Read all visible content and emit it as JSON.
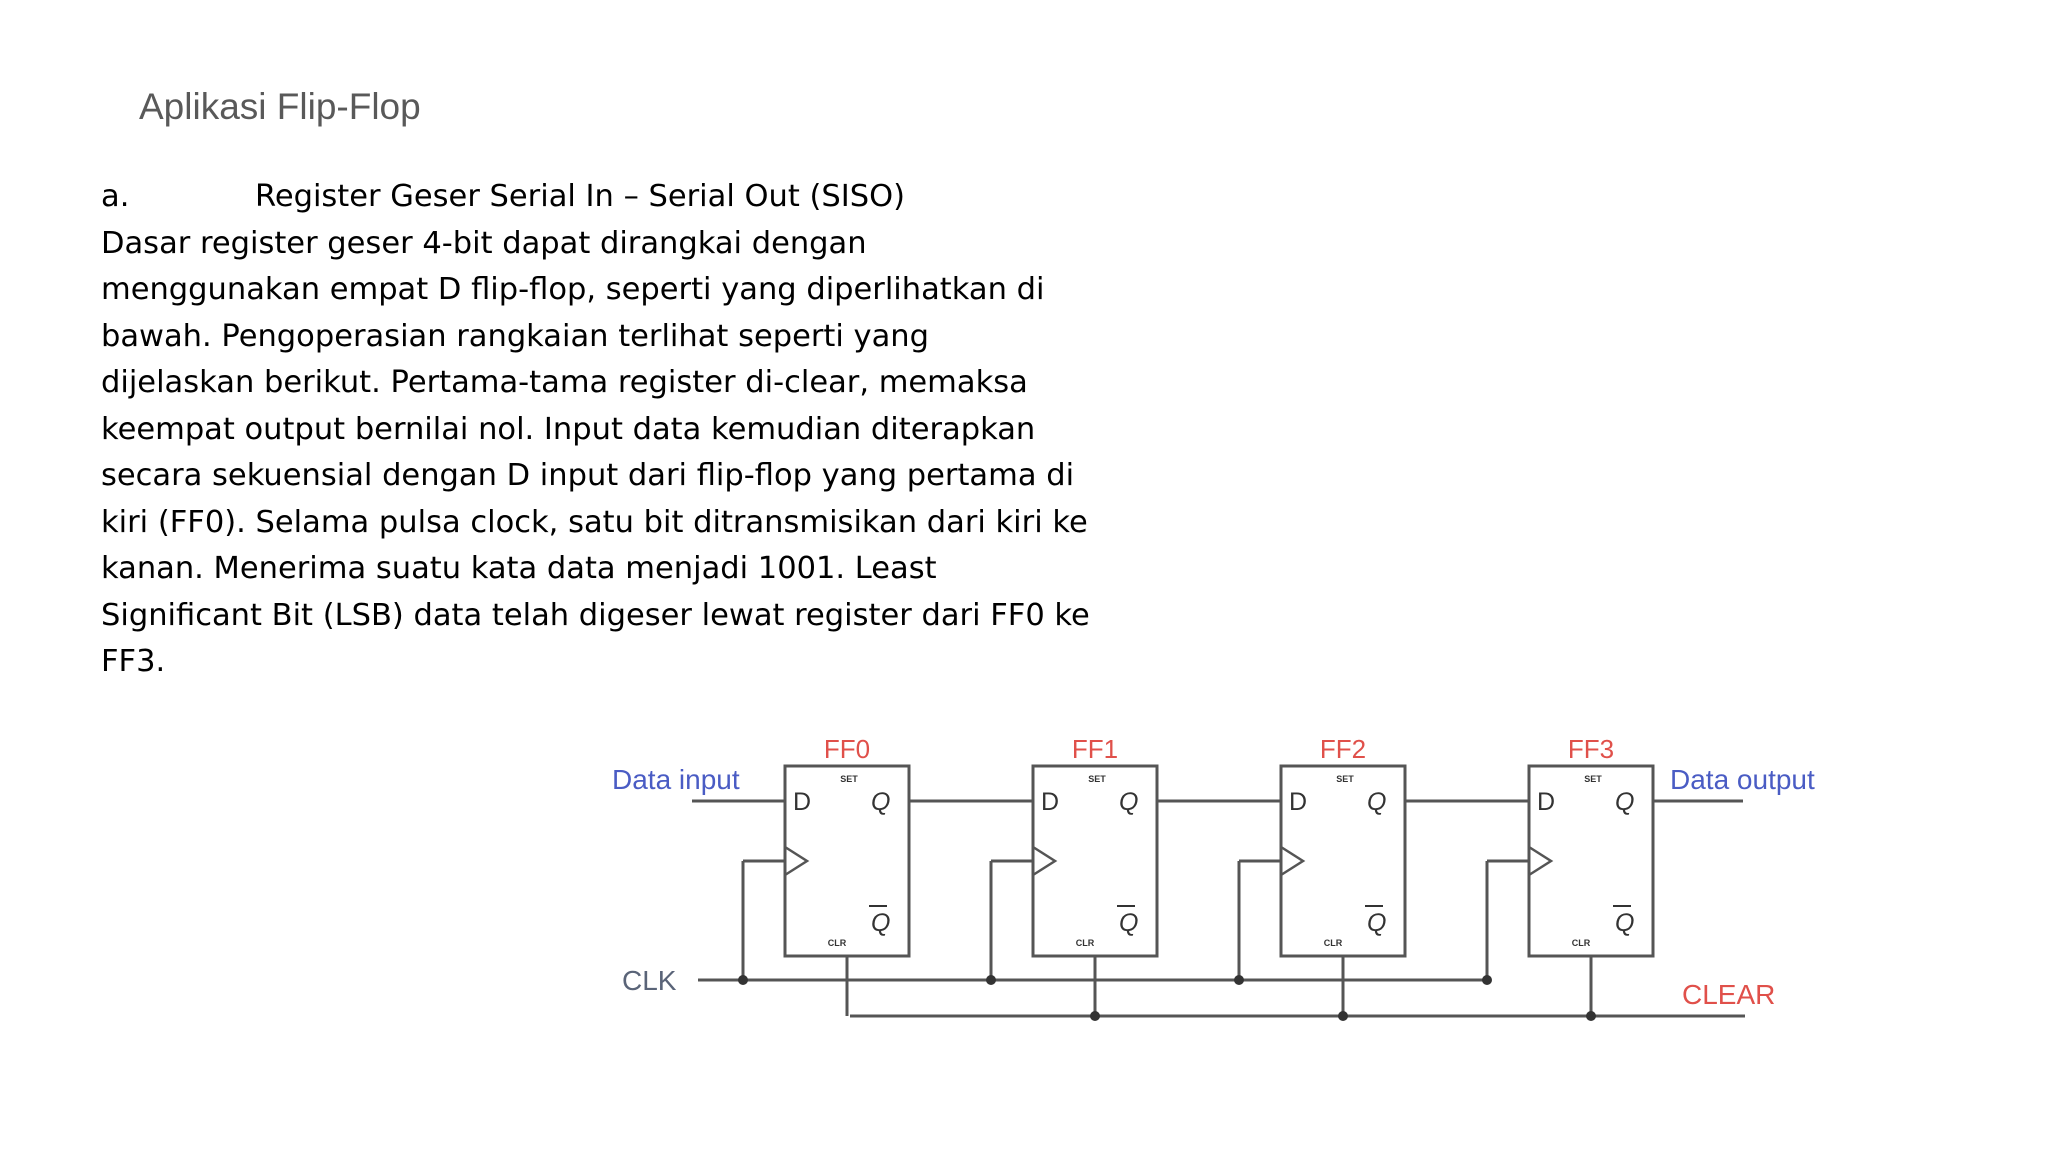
{
  "slide": {
    "title": "Aplikasi Flip-Flop",
    "section_marker": "a.",
    "section_heading": "Register Geser Serial In – Serial Out (SISO)",
    "paragraph_lines": [
      "Dasar register geser 4-bit dapat dirangkai dengan",
      "menggunakan empat D flip-flop, seperti yang diperlihatkan di",
      "bawah. Pengoperasian rangkaian terlihat seperti yang",
      "dijelaskan berikut. Pertama-tama register di-clear, memaksa",
      "keempat output bernilai nol. Input data kemudian diterapkan",
      "secara sekuensial dengan D input dari flip-flop yang pertama di",
      "kiri (FF0). Selama pulsa clock, satu bit ditransmisikan dari kiri ke",
      "kanan. Menerima suatu kata data menjadi 1001. Least",
      "Significant Bit (LSB) data telah digeser lewat register dari FF0 ke",
      "FF3."
    ]
  },
  "diagram": {
    "flipflops": [
      {
        "name": "FF0",
        "d": "D",
        "q": "Q",
        "qbar": "Q",
        "set": "SET",
        "clr": "CLR"
      },
      {
        "name": "FF1",
        "d": "D",
        "q": "Q",
        "qbar": "Q",
        "set": "SET",
        "clr": "CLR"
      },
      {
        "name": "FF2",
        "d": "D",
        "q": "Q",
        "qbar": "Q",
        "set": "SET",
        "clr": "CLR"
      },
      {
        "name": "FF3",
        "d": "D",
        "q": "Q",
        "qbar": "Q",
        "set": "SET",
        "clr": "CLR"
      }
    ],
    "data_input_label": "Data input",
    "data_output_label": "Data output",
    "clk_label": "CLK",
    "clear_label": "CLEAR",
    "colors": {
      "ff_label": "#e0504a",
      "io_label": "#4a5cc4",
      "clear_label": "#e0504a",
      "clk_label": "#5a6478",
      "wire": "#555555"
    }
  }
}
